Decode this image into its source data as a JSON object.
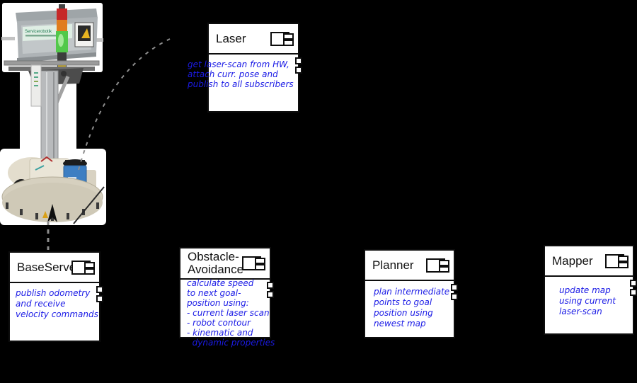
{
  "diagram": {
    "background": "#000000",
    "colors": {
      "box_fill": "#ffffff",
      "box_border": "#0d0d0d",
      "title_text": "#111111",
      "body_text": "#1b1be6",
      "connector": "#8c8c8c"
    },
    "components": [
      {
        "key": "laser",
        "title": "Laser",
        "body": "get laser-scan from HW,\nattach curr. pose and\npublish to all subscribers"
      },
      {
        "key": "base-server",
        "title": "BaseServer",
        "body": "publish odometry\nand receive\nvelocity commands"
      },
      {
        "key": "obstacle-avoidance",
        "title": "Obstacle-\nAvoidance",
        "body": "calculate speed\nto next goal-\nposition using:\n- current laser scan\n- robot contour\n- kinematic and\n  dynamic properties"
      },
      {
        "key": "planner",
        "title": "Planner",
        "body": "plan intermediate\npoints to goal\nposition using\nnewest map"
      },
      {
        "key": "mapper",
        "title": "Mapper",
        "body": "update map\nusing current\nlaser-scan"
      }
    ],
    "robot": {
      "description": "photo of service robot with crate, signal tower, pole and laser scanner base",
      "crate_label": "Servicerobotik",
      "signal_colors": [
        "#c62828",
        "#e07c1e",
        "#52c84a"
      ]
    }
  }
}
